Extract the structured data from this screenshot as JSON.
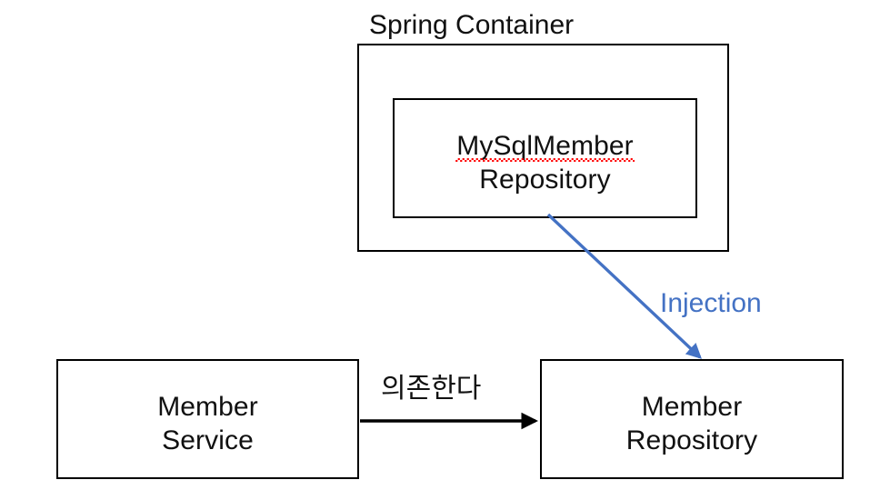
{
  "diagram": {
    "title": "Spring Container",
    "colors": {
      "injection_arrow": "#4472C4",
      "dependency_arrow": "#000000",
      "box_border": "#000000",
      "spellcheck_underline": "#FF0000",
      "background": "#FFFFFF"
    },
    "container": {
      "label": "Spring Container",
      "inner_box": {
        "line1": "MySqlMember",
        "line2": "Repository",
        "spellcheck_flagged": "MySqlMember"
      }
    },
    "boxes": [
      {
        "name": "member-service",
        "line1": "Member",
        "line2": "Service"
      },
      {
        "name": "member-repository",
        "line1": "Member",
        "line2": "Repository"
      }
    ],
    "arrows": [
      {
        "name": "injection-arrow",
        "label": "Injection",
        "color": "#4472C4",
        "from": "MySqlMemberRepository",
        "to": "MemberRepository"
      },
      {
        "name": "dependency-arrow",
        "label": "의존한다",
        "color": "#000000",
        "from": "MemberService",
        "to": "MemberRepository"
      }
    ]
  }
}
